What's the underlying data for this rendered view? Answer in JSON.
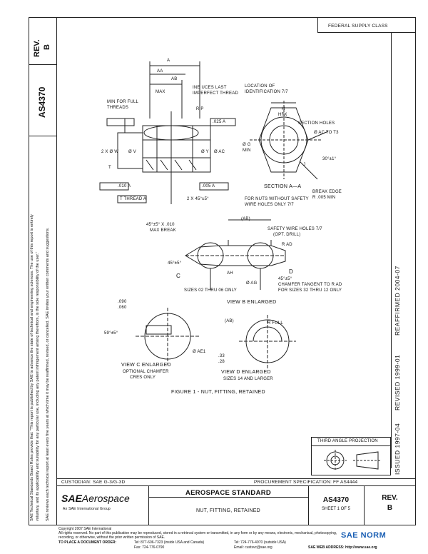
{
  "header": {
    "rev_label": "REV.",
    "rev_value": "B",
    "doc_number": "AS4370",
    "federal_supply_class": "FEDERAL SUPPLY CLASS"
  },
  "side_notice": {
    "line1": "SAE Technical Standards Board Rules provide that: \"This report is published by SAE to advance the state of technical and engineering sciences. The use of this report is entirely",
    "line2": "voluntary, and its applicability and suitability for any particular use, including any patent infringement arising therefrom, is the sole responsibility of the user.\"",
    "line3": "SAE reviews each technical report at least every five years at which time it may be reaffirmed, revised, or cancelled. SAE invites your written comments and suggestions."
  },
  "right_margin": {
    "reaffirmed": "REAFFIRMED 2004-07",
    "revised": "REVISED 1999-01",
    "issued": "ISSUED 1997-04"
  },
  "drawing": {
    "l1": "A",
    "l2": "AA",
    "l3": "AB",
    "l4": "MAX",
    "l5": "INE UCES LAST",
    "l6": "IMPERFECT THREAD",
    "l7": "LOCATION OF",
    "l8": "IDENTIFICATION 7/7",
    "l9": "MIN FOR FULL",
    "l10": "THREADS",
    "l11": "R P",
    "l12": "H",
    "l13": "HFX",
    "l14": "SECTION HOLES",
    "l15": "Ø AC TO T3",
    "l16": "2 X Ø W",
    "l17": "Ø V",
    "l18": "Ø Y",
    "l19": "Ø AC",
    "l20": "Ø G",
    "l21": "MIN",
    "l22": "T",
    "l23": "J",
    "l24": "30°±1°",
    "l25": ".010 A",
    "l26": ".005 A",
    "l27": ".025 A",
    "l28": "T THREAD A",
    "l29": "2 X 45°±5°",
    "l30": "SECTION A—A",
    "l31": "FOR NUTS WITHOUT SAFETY",
    "l32": "WIRE HOLES ONLY 7/7",
    "l33": "BREAK EDGE",
    "l34": "R .005 MIN",
    "l35": "(AB)",
    "l36": "45°±5° X .010",
    "l37": "MAX BREAK",
    "l38": "SAFETY WIRE HOLES 7/7",
    "l39": "(OPT. DRILL)",
    "l40": "R AD",
    "l41": "45°±5°",
    "l42": "C",
    "l43": "AH",
    "l44": "D",
    "l45": "45°±5°",
    "l46": "CHAMFER TANGENT TO R AD",
    "l47": "FOR SIZES 32 THRU 12 ONLY",
    "l48": "SIZES 02 THRU 06 ONLY",
    "l49": "Ø AG",
    "l50": "VIEW B ENLARGED",
    "l51": ".090",
    "l52": ".060",
    "l53": "59°±5°",
    "l54": "(AB)",
    "l55": "R FULL",
    "l56": "Ø AE1",
    "l57": ".33",
    "l58": ".28",
    "l59": "VIEW C ENLARGED",
    "l60": "OPTIONAL CHAMFER",
    "l61": "CRES ONLY",
    "l62": "VIEW D ENLARGED",
    "l63": "SIZES 14 AND LARGER",
    "figure_caption": "FIGURE 1 - NUT, FITTING, RETAINED"
  },
  "projection": {
    "label": "THIRD ANGLE PROJECTION"
  },
  "title_block": {
    "custodian": "CUSTODIAN:  SAE G-3/G-3D",
    "procurement": "PROCUREMENT SPECIFICATION: FF AS4444",
    "logo_sae": "SAE",
    "logo_aero": "Aerospace",
    "logo_tag": "An SAE International Group",
    "standard_title": "AEROSPACE STANDARD",
    "part_title": "NUT, FITTING, RETAINED",
    "doc_number": "AS4370",
    "sheet": "SHEET 1 OF 5",
    "rev_label": "REV.",
    "rev_value": "B"
  },
  "footer": {
    "copyright": "Copyright 2007 SAE International",
    "rights": "All rights reserved. No part of this publication may be reproduced, stored in a retrieval system or transmitted, in any form or by any means, electronic, mechanical, photocopying,",
    "rights2": "recording, or otherwise, without the prior written permission of SAE.",
    "order_label": "TO PLACE A DOCUMENT ORDER:",
    "tel1": "Tel: 877-606-7323 (inside USA and Canada)",
    "tel2": "Tel: 724-776-4970 (outside USA)",
    "fax": "Fax: 724-776-0790",
    "email": "Email: custsvc@sae.org",
    "web": "SAE WEB ADDRESS: http://www.sae.org"
  },
  "watermark": {
    "text": "SAE NORM"
  }
}
